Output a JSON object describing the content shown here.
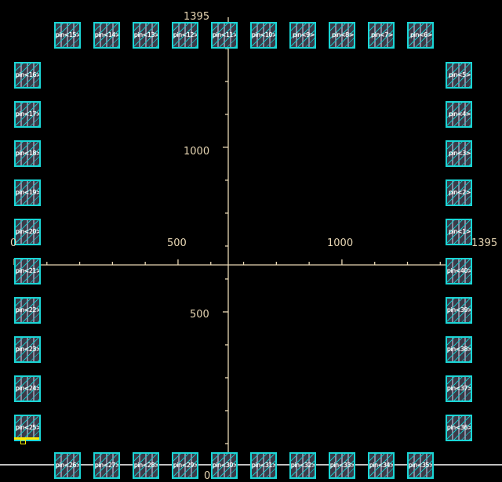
{
  "view": {
    "background_color": "#000000",
    "axis_color": "#e8d7b4",
    "pin_outline_color": "#19d6d6",
    "pin_fill_color": "#3a3a48",
    "selection_color": "#ffea00",
    "net_line_color": "#ffffff"
  },
  "axes": {
    "x": {
      "min_label": "0",
      "mid_label": "500",
      "major_label": "1000",
      "max_label": "1395",
      "min": 0,
      "max": 1395,
      "tick_step": 100
    },
    "y": {
      "min_label": "0",
      "mid_label": "500",
      "major_label": "1000",
      "max_label": "1395",
      "min": 0,
      "max": 1395,
      "tick_step": 100
    }
  },
  "pins": {
    "top": [
      "pin<15>",
      "pin<14>",
      "pin<13>",
      "pin<12>",
      "pin<11>",
      "pin<10>",
      "pin<9>",
      "pin<8>",
      "pin<7>",
      "pin<6>"
    ],
    "left": [
      "pin<16>",
      "pin<17>",
      "pin<18>",
      "pin<19>",
      "pin<20>",
      "pin<21>",
      "pin<22>",
      "pin<23>",
      "pin<24>",
      "pin<25>"
    ],
    "right": [
      "pin<5>",
      "pin<4>",
      "pin<3>",
      "pin<2>",
      "pin<1>",
      "pin<40>",
      "pin<39>",
      "pin<38>",
      "pin<37>",
      "pin<36>"
    ],
    "bottom": [
      "pin<26>",
      "pin<27>",
      "pin<28>",
      "pin<29>",
      "pin<30>",
      "pin<31>",
      "pin<32>",
      "pin<33>",
      "pin<34>",
      "pin<35>"
    ]
  },
  "selected_pin": "pin<25>"
}
